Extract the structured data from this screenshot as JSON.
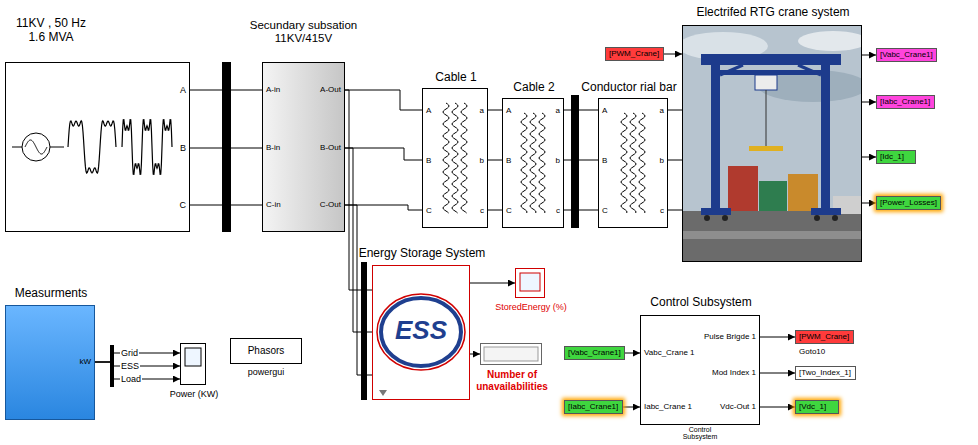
{
  "diagram": {
    "nodes": [
      {
        "text": [
          "11KV , 50 Hz 1.6 MVA",
          "A",
          "B",
          "C"
        ]
      },
      {
        "text": [
          "Secundary subsation 11KV/415V",
          "A-in",
          "B-in",
          "C-in",
          "A-Out",
          "B-Out",
          "C-Out"
        ]
      },
      {
        "text": [
          "Cable 1",
          "A",
          "B",
          "C",
          "a",
          "b",
          "c"
        ]
      },
      {
        "text": [
          "Cable 2",
          "A",
          "B",
          "C",
          "a",
          "b",
          "c"
        ]
      },
      {
        "text": [
          "Conductor rial bar",
          "A",
          "B",
          "C",
          "a",
          "b",
          "c"
        ]
      },
      {
        "text": [
          "Electrifed RTG crane system"
        ]
      },
      {
        "text": [
          "[PWM_Crane]"
        ]
      },
      {
        "text": [
          "[Vabc_Crane1]"
        ]
      },
      {
        "text": [
          "[Iabc_Crane1]"
        ]
      },
      {
        "text": [
          "[Idc_1]"
        ]
      },
      {
        "text": [
          "[Power_Losses]"
        ]
      },
      {
        "text": [
          "Energy Storage System",
          "ESS"
        ]
      },
      {
        "text": [
          "StoredEnergy (%)"
        ]
      },
      {
        "text": [
          "Number of unavailabilities"
        ]
      },
      {
        "text": [
          "Measurments",
          "kW"
        ]
      },
      {
        "text": [
          "Power (KW)"
        ]
      },
      {
        "text": [
          "Phasors",
          "powergui"
        ]
      },
      {
        "text": [
          "Control Subsystem",
          "Vabc_Crane 1",
          "Iabc_Crane 1",
          "Pulse Brigde 1",
          "Mod Index 1",
          "Vdc-Out 1",
          "Control Subsystem"
        ]
      },
      {
        "text": [
          "[Vabc_Crane1]"
        ]
      },
      {
        "text": [
          "[Iabc_Crane1]"
        ]
      },
      {
        "text": [
          "[PWM_Crane]",
          "Goto10"
        ]
      },
      {
        "text": [
          "[Two_Index_1]"
        ]
      },
      {
        "text": [
          "[Vdc_1]"
        ]
      }
    ],
    "edges": [
      {
        "from": 0,
        "to": 1,
        "arrow": "none"
      },
      {
        "from": 0,
        "to": 1,
        "arrow": "none"
      },
      {
        "from": 0,
        "to": 1,
        "arrow": "none"
      },
      {
        "from": 1,
        "to": 2,
        "arrow": "none"
      },
      {
        "from": 1,
        "to": 2,
        "arrow": "none"
      },
      {
        "from": 1,
        "to": 2,
        "arrow": "none"
      },
      {
        "from": 2,
        "to": 3,
        "arrow": "none"
      },
      {
        "from": 2,
        "to": 3,
        "arrow": "none"
      },
      {
        "from": 2,
        "to": 3,
        "arrow": "none"
      },
      {
        "from": 3,
        "to": 4,
        "arrow": "none"
      },
      {
        "from": 3,
        "to": 4,
        "arrow": "none"
      },
      {
        "from": 3,
        "to": 4,
        "arrow": "none"
      },
      {
        "from": 4,
        "to": 5,
        "arrow": "none"
      },
      {
        "from": 4,
        "to": 5,
        "arrow": "none"
      },
      {
        "from": 4,
        "to": 5,
        "arrow": "none"
      },
      {
        "from": 1,
        "to": 11,
        "arrow": "none"
      },
      {
        "from": 1,
        "to": 11,
        "arrow": "none"
      },
      {
        "from": 1,
        "to": 11,
        "arrow": "none"
      },
      {
        "from": 6,
        "to": 5,
        "arrow": "to"
      },
      {
        "from": 5,
        "to": 7,
        "arrow": "to"
      },
      {
        "from": 5,
        "to": 8,
        "arrow": "to"
      },
      {
        "from": 5,
        "to": 9,
        "arrow": "to"
      },
      {
        "from": 5,
        "to": 10,
        "arrow": "to"
      },
      {
        "from": 14,
        "to": 15,
        "label": "Grid",
        "arrow": "to"
      },
      {
        "from": 14,
        "to": 15,
        "label": "ESS",
        "arrow": "to"
      },
      {
        "from": 14,
        "to": 15,
        "label": "Load",
        "arrow": "to"
      },
      {
        "from": 11,
        "to": 12,
        "arrow": "to"
      },
      {
        "from": 11,
        "to": 13,
        "arrow": "to"
      },
      {
        "from": 18,
        "to": 17,
        "arrow": "to"
      },
      {
        "from": 19,
        "to": 17,
        "arrow": "to"
      },
      {
        "from": 17,
        "to": 20,
        "arrow": "to"
      },
      {
        "from": 17,
        "to": 21,
        "arrow": "to"
      },
      {
        "from": 17,
        "to": 22,
        "arrow": "to"
      }
    ]
  }
}
